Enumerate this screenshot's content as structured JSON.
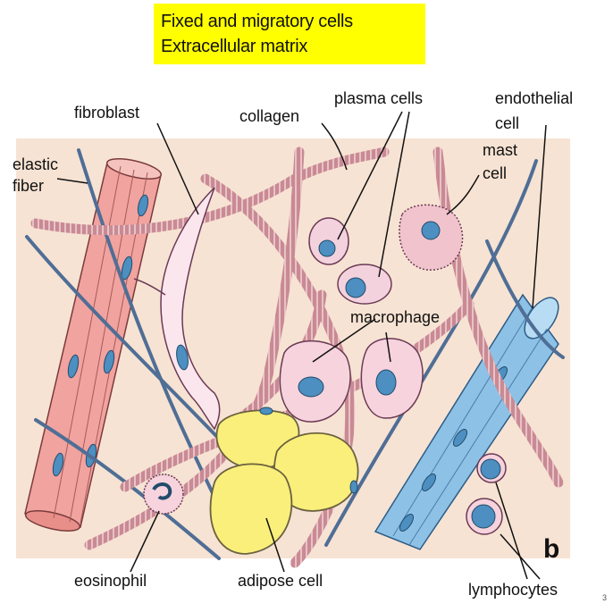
{
  "title": {
    "line1": "Fixed and migratory cells",
    "line2": "Extracellular  matrix"
  },
  "labels": {
    "elastic_fiber_1": "elastic",
    "elastic_fiber_2": "fiber",
    "fibroblast": "fibroblast",
    "collagen": "collagen",
    "plasma_cells": "plasma cells",
    "endothelial_cell_1": "endothelial",
    "endothelial_cell_2": "cell",
    "mast_cell_1": "mast",
    "mast_cell_2": "cell",
    "macrophage": "macrophage",
    "eosinophil": "eosinophil",
    "adipose_cell": "adipose cell",
    "lymphocytes": "lymphocytes",
    "panel_letter": "b",
    "page_number": "3"
  },
  "colors": {
    "title_background": "#ffff00",
    "matrix_background": "#f7e3d3",
    "collagen": "#c98a94",
    "elastic_fiber": "#4f6e96",
    "smooth_muscle": "#f1a39f",
    "capillary": "#8ec1e6",
    "adipose": "#f9ef7a",
    "nucleus": "#4c8fc0"
  }
}
